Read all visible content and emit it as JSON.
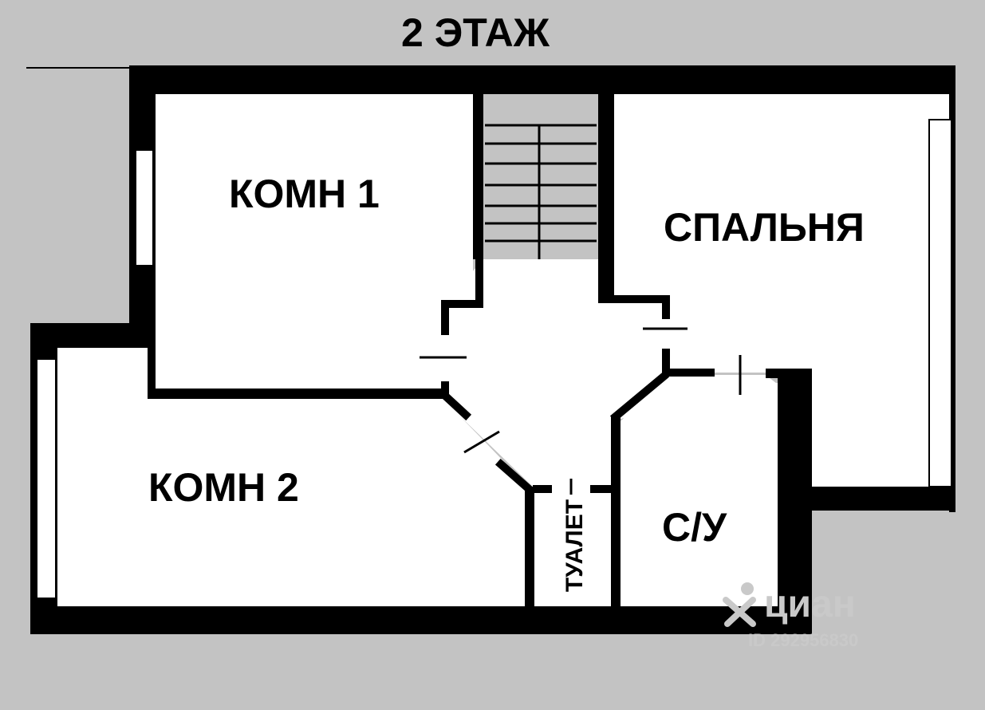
{
  "floor_title": "2 ЭТАЖ",
  "rooms": {
    "room1": "КОМН 1",
    "room2": "КОМН 2",
    "bedroom": "СПАЛЬНЯ",
    "bathroom": "С/У",
    "toilet": "ТУАЛЕТ"
  },
  "watermark": {
    "brand": "циан",
    "listing_id": "ID 292956830"
  },
  "colors": {
    "background": "#c3c3c3",
    "wall": "#000000",
    "room_fill": "#ffffff",
    "watermark": "#c9c9c9"
  }
}
